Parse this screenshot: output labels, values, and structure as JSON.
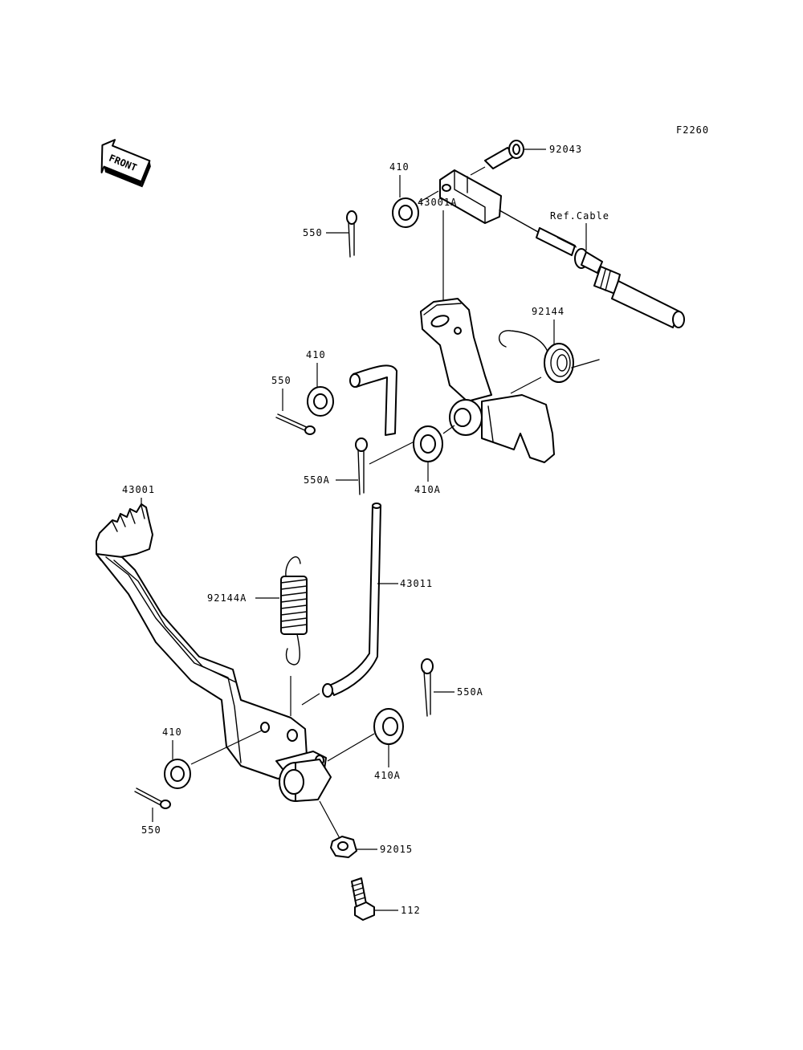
{
  "figure_code": "F2260",
  "front_badge": "FRONT",
  "labels": {
    "p92043": "92043",
    "p410_top": "410",
    "ref_cable": "Ref.Cable",
    "p550_top": "550",
    "p43001A": "43001A",
    "p92144": "92144",
    "p410_mid": "410",
    "p550_mid": "550",
    "p550A_mid": "550A",
    "p410A_mid": "410A",
    "p43001": "43001",
    "p43011": "43011",
    "p92144A": "92144A",
    "p550A_low": "550A",
    "p410_low": "410",
    "p410A_low": "410A",
    "p550_low": "550",
    "p92015": "92015",
    "p112": "112"
  }
}
